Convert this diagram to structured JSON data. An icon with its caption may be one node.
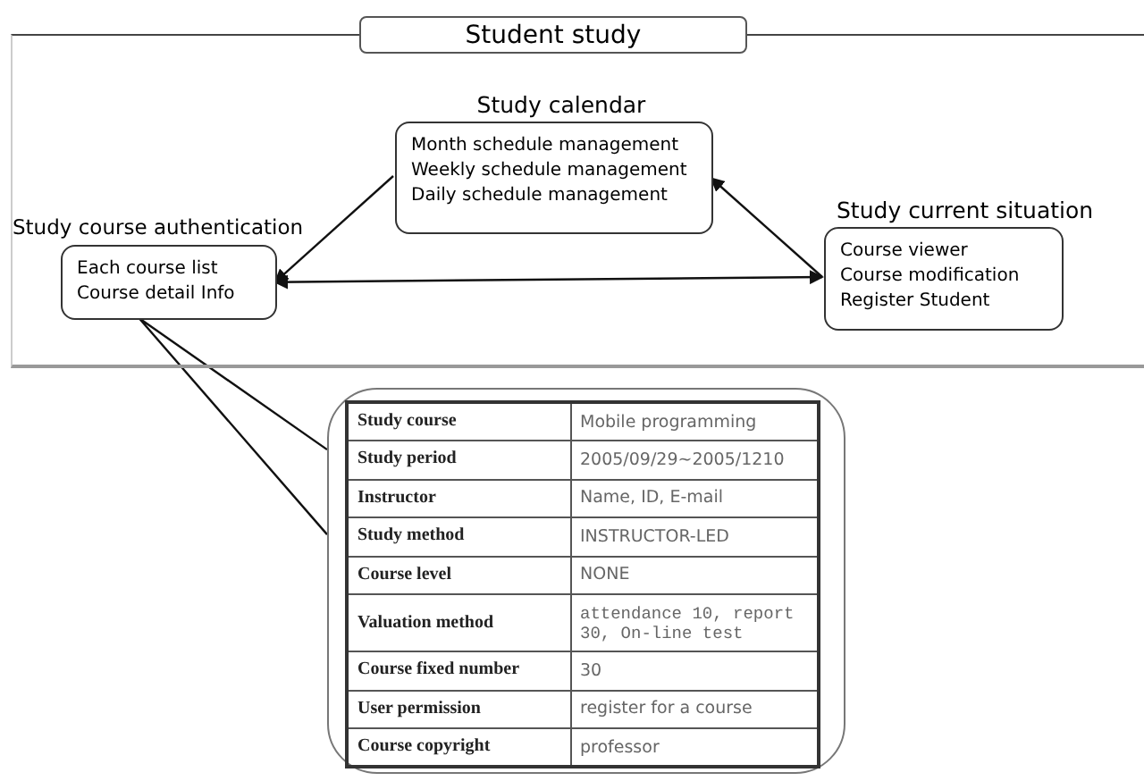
{
  "diagram": {
    "nodes": [
      {
        "text": [
          "Student study"
        ]
      },
      {
        "text": [
          "Study calendar",
          "Month schedule management",
          "Weekly schedule management",
          "Daily schedule management"
        ],
        "in": 0
      },
      {
        "text": [
          "Study course authentication",
          "Each course list",
          "Course detail Info"
        ],
        "in": 0
      },
      {
        "text": [
          "Study current situation",
          "Course viewer",
          "Course modification",
          "Register Student"
        ],
        "in": 0
      },
      {
        "text": [],
        "shape": "callout"
      }
    ],
    "edges": [
      {
        "from": 1,
        "to": 2,
        "arrow": "to"
      },
      {
        "from": 2,
        "to": 3,
        "arrow": "both"
      },
      {
        "from": 3,
        "to": 1,
        "arrow": "to"
      },
      {
        "from": 2,
        "to": 4,
        "arrow": "none"
      }
    ],
    "labels": [
      "Study course",
      "Mobile programming",
      "Study period",
      "2005/09/29~2005/1210",
      "Instructor",
      "Name, ID, E-mail",
      "Study method",
      "INSTRUCTOR-LED",
      "Course level",
      "NONE",
      "Valuation method",
      "attendance 10, report 30, On-line test",
      "Course fixed number",
      "30",
      "User permission",
      "register for a course",
      "Course copyright",
      "professor"
    ]
  }
}
